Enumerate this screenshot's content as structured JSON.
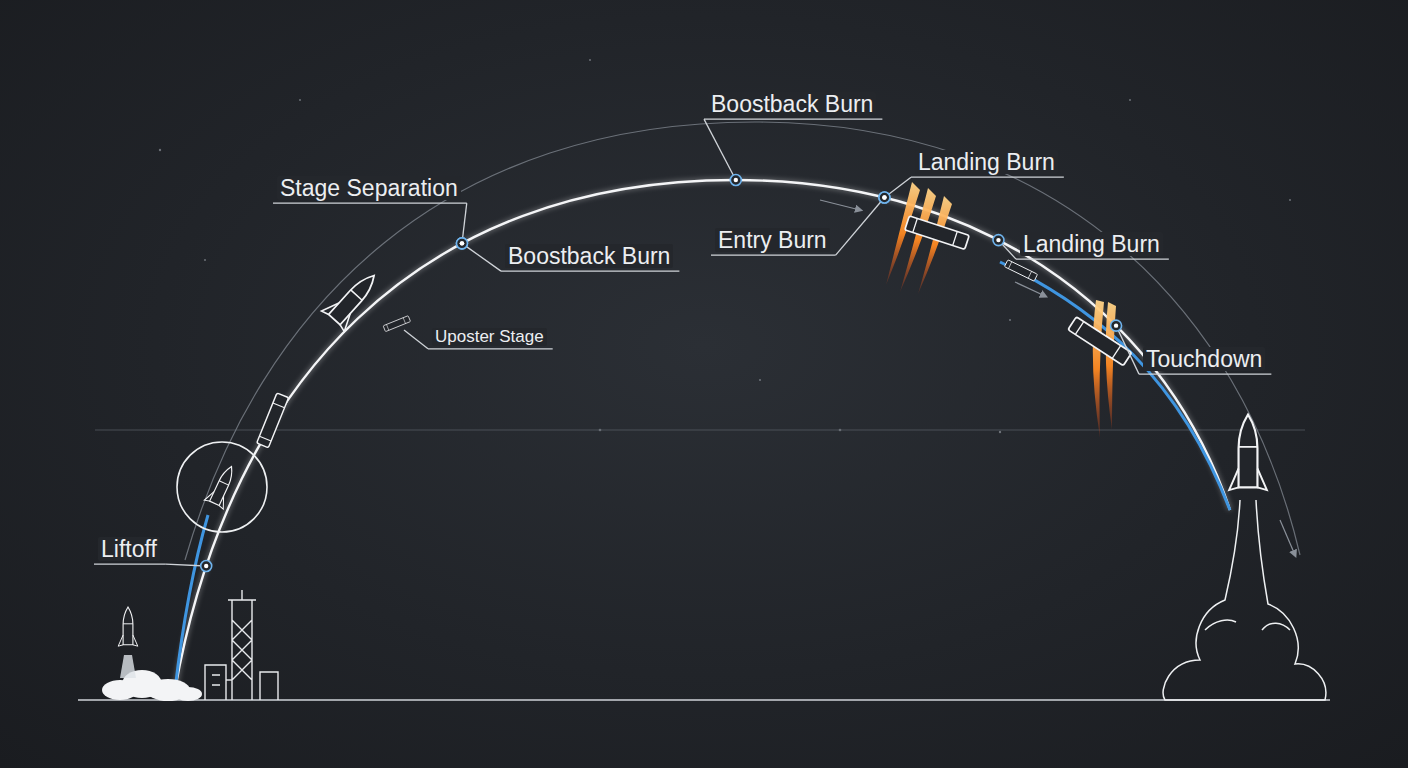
{
  "diagram": {
    "labels": [
      "Boostback Burn",
      "Stage Separation",
      "Landing Burn",
      "Boostback Burn",
      "Entry Burn",
      "Landing Burn",
      "Uposter Stage",
      "Touchdown",
      "Liftoff"
    ]
  }
}
